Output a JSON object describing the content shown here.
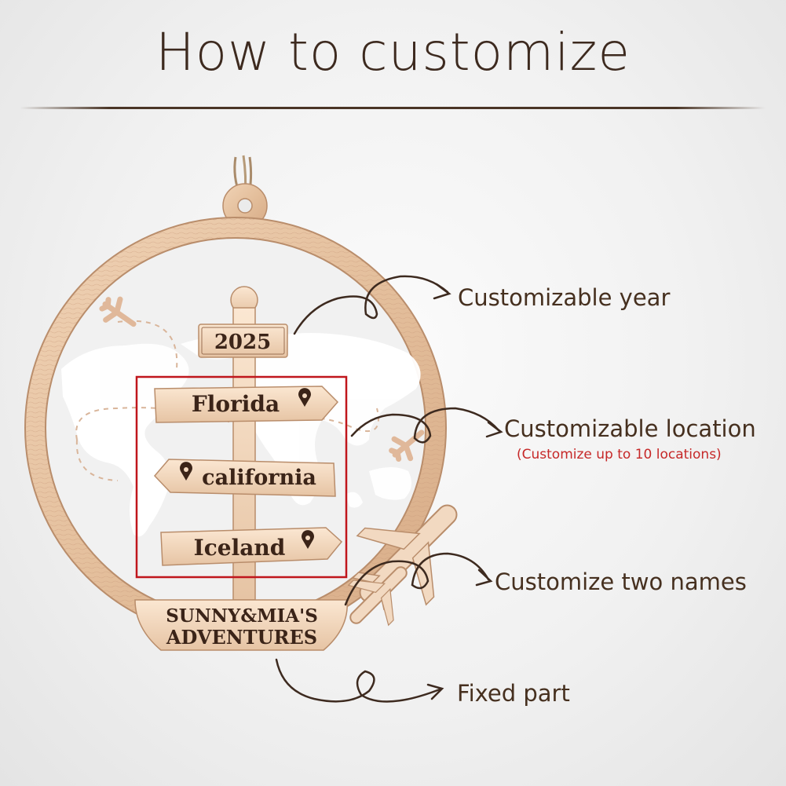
{
  "title": "How to customize",
  "ornament": {
    "year": "2025",
    "locations": [
      "Florida",
      "california",
      "Iceland"
    ],
    "names_line": "SUNNY&MIA'S",
    "fixed_line": "ADVENTURES"
  },
  "callouts": {
    "year": "Customizable year",
    "location": "Customizable location",
    "location_note": "(Customize up to 10 locations)",
    "names": "Customize two names",
    "fixed": "Fixed part"
  },
  "colors": {
    "wood": "#e6c3a3",
    "wood_dark": "#c89874",
    "text": "#46301f",
    "note": "#c62828",
    "highlight_box": "#c0161c"
  }
}
